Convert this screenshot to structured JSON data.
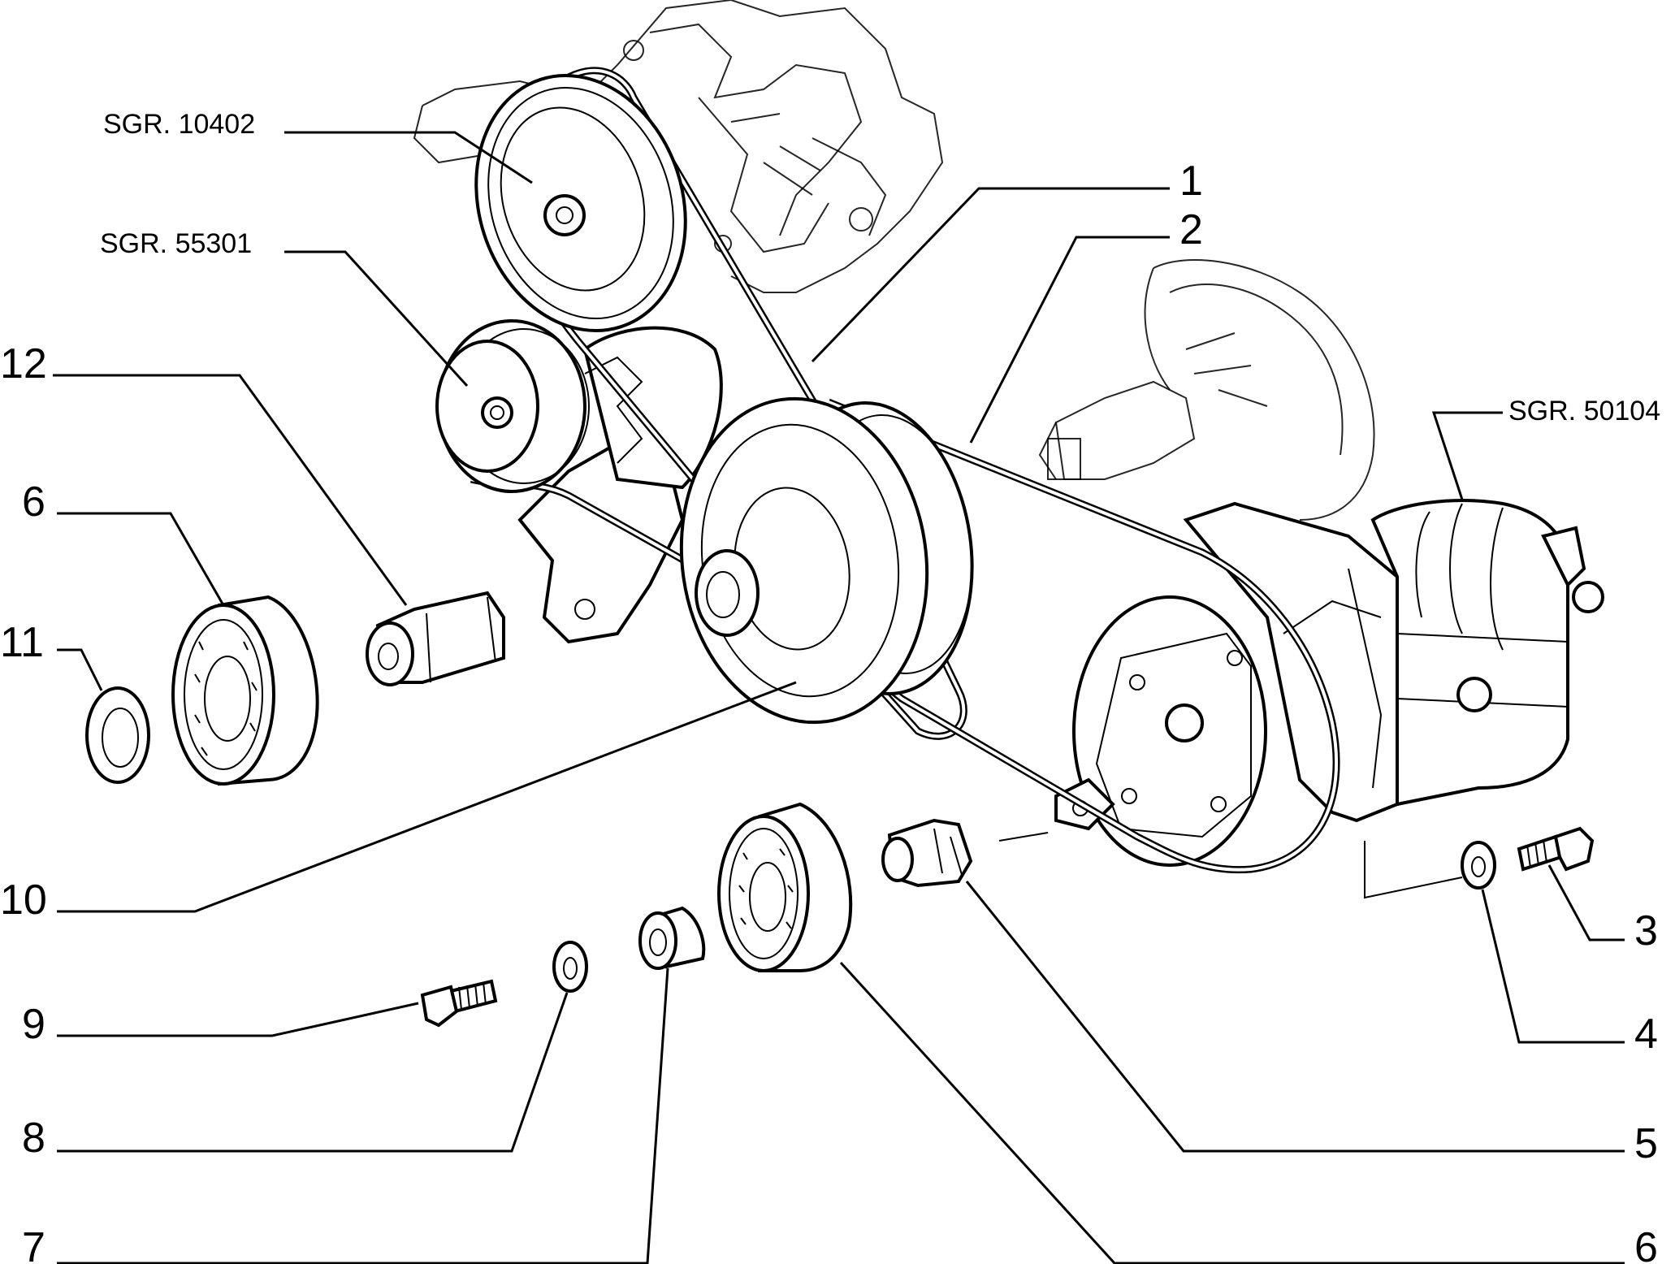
{
  "callouts": [
    {
      "id": "sgr-10402",
      "text": "SGR. 10402"
    },
    {
      "id": "sgr-55301",
      "text": "SGR. 55301"
    },
    {
      "id": "sgr-50104",
      "text": "SGR. 50104"
    },
    {
      "id": "part-1",
      "text": "1"
    },
    {
      "id": "part-2",
      "text": "2"
    },
    {
      "id": "part-3",
      "text": "3"
    },
    {
      "id": "part-4",
      "text": "4"
    },
    {
      "id": "part-5",
      "text": "5"
    },
    {
      "id": "part-6-right",
      "text": "6"
    },
    {
      "id": "part-6-left",
      "text": "6"
    },
    {
      "id": "part-7",
      "text": "7"
    },
    {
      "id": "part-8",
      "text": "8"
    },
    {
      "id": "part-9",
      "text": "9"
    },
    {
      "id": "part-10",
      "text": "10"
    },
    {
      "id": "part-11",
      "text": "11"
    },
    {
      "id": "part-12",
      "text": "12"
    }
  ]
}
